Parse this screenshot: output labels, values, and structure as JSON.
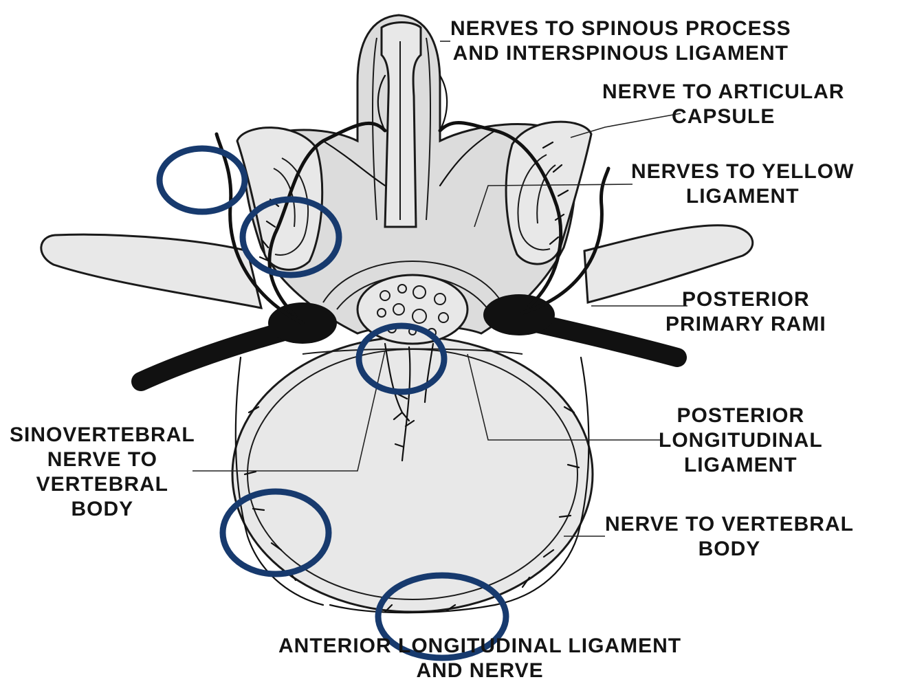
{
  "labels": {
    "spinous": [
      "NERVES TO SPINOUS PROCESS",
      "AND INTERSPINOUS LIGAMENT"
    ],
    "articular": [
      "NERVE TO ARTICULAR",
      "CAPSULE"
    ],
    "yellow": [
      "NERVES TO YELLOW",
      "LIGAMENT"
    ],
    "rami": [
      "POSTERIOR",
      "PRIMARY RAMI"
    ],
    "posterior_ll": [
      "POSTERIOR",
      "LONGITUDINAL",
      "LIGAMENT"
    ],
    "sinovertebral": [
      "SINOVERTEBRAL",
      "NERVE  TO",
      "VERTEBRAL",
      "BODY"
    ],
    "vertebral_body": [
      "NERVE TO VERTEBRAL",
      "BODY"
    ],
    "anterior": [
      "ANTERIOR  LONGITUDINAL  LIGAMENT",
      "AND NERVE"
    ]
  },
  "colors": {
    "highlight": "#173a6e",
    "ink": "#141414",
    "bone": "#e8e8e8"
  }
}
